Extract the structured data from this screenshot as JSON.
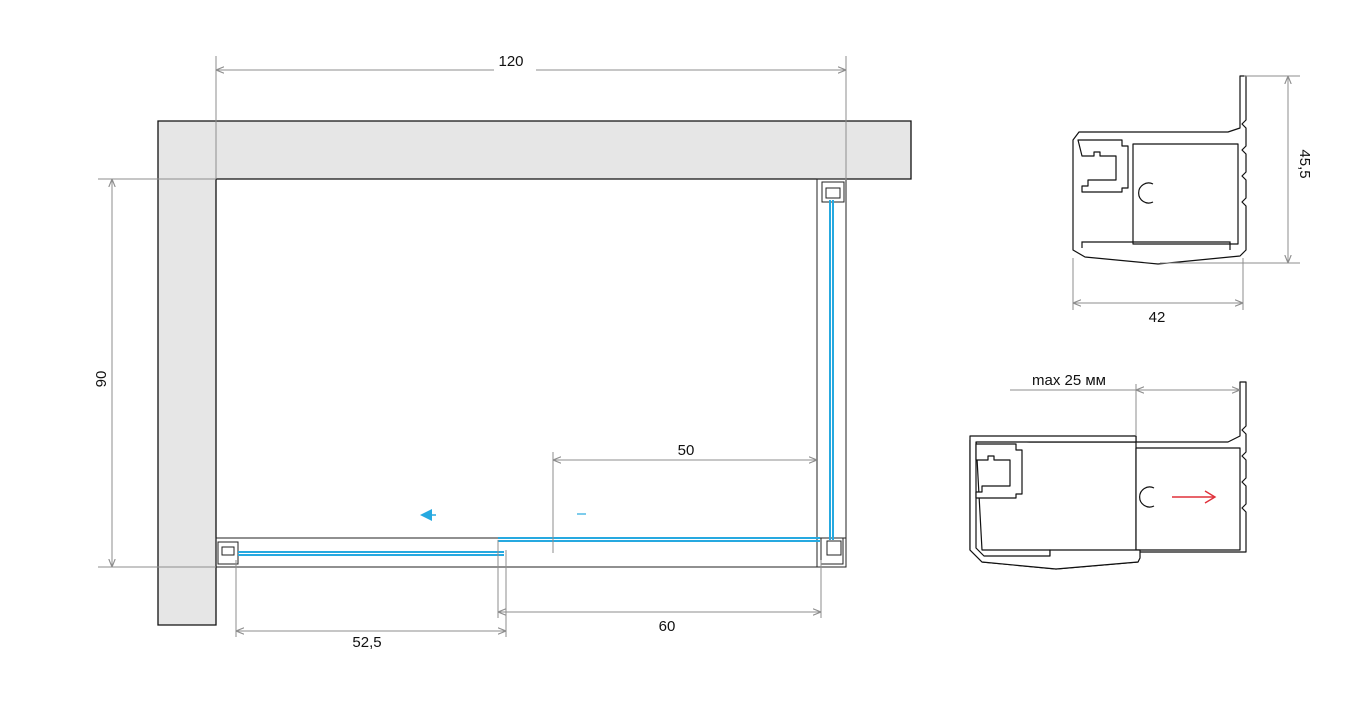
{
  "plan": {
    "width_label": "120",
    "depth_label": "90",
    "opening_label": "50",
    "fixed_panel_label": "52,5",
    "sliding_panel_label": "60"
  },
  "profile_detail": {
    "height_label": "45,5",
    "width_label": "42"
  },
  "adjustment_detail": {
    "range_label": "max 25 мм"
  },
  "colors": {
    "glass": "#26a9e0",
    "wall": "#e6e6e6",
    "direction_arrow": "#e0303a",
    "dimension_line": "#8e8e8e"
  },
  "icons": {
    "slide_direction": "arrow-left-icon",
    "adjust_direction": "arrow-right-icon"
  }
}
